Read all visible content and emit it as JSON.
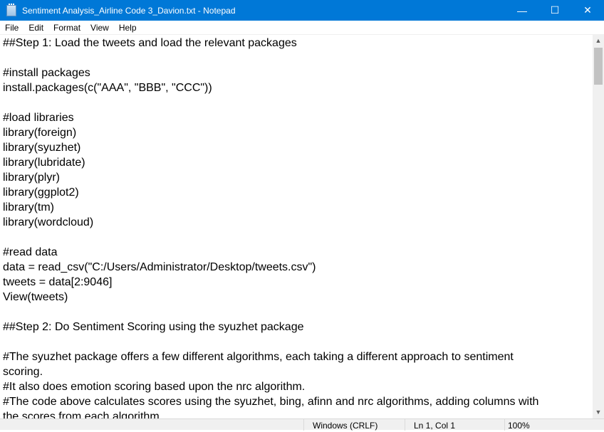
{
  "window": {
    "title": "Sentiment Analysis_Airline Code 3_Davion.txt - Notepad",
    "minimize": "—",
    "maximize": "☐",
    "close": "✕"
  },
  "menu": [
    "File",
    "Edit",
    "Format",
    "View",
    "Help"
  ],
  "lines": [
    "##Step 1: Load the tweets and load the relevant packages",
    "",
    "#install packages",
    "install.packages(c(\"AAA\", \"BBB\", \"CCC\"))",
    "",
    "#load libraries",
    "library(foreign)",
    "library(syuzhet)",
    "library(lubridate)",
    "library(plyr)",
    "library(ggplot2)",
    "library(tm)",
    "library(wordcloud)",
    "",
    "#read data",
    "data = read_csv(\"C:/Users/Administrator/Desktop/tweets.csv\")",
    "tweets = data[2:9046]",
    "View(tweets)",
    "",
    "##Step 2: Do Sentiment Scoring using the syuzhet package",
    "",
    "#The syuzhet package offers a few different algorithms, each taking a different approach to sentiment",
    "scoring.",
    "#It also does emotion scoring based upon the nrc algorithm.",
    "#The code above calculates scores using the syuzhet, bing, afinn and nrc algorithms, adding columns with",
    "the scores from each algorithm."
  ],
  "status": {
    "line_ending": "Windows (CRLF)",
    "position": "Ln 1, Col 1",
    "zoom": "100%"
  }
}
